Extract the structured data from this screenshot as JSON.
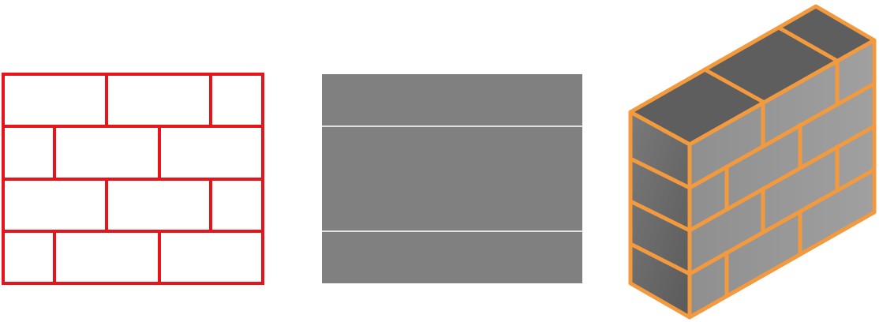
{
  "panels": [
    {
      "id": "outline-wall",
      "style": "red brick-pattern outline, 4 courses, running bond",
      "icon": "brick-wall-outline-icon",
      "stroke_color": "#e8141c",
      "fill_color": "#ffffff"
    },
    {
      "id": "flat-gray-wall",
      "style": "solid gray block with horizontal seams",
      "icon": "gray-slab-icon",
      "fill_color": "#808080",
      "seam_color": "#ffffff"
    },
    {
      "id": "isometric-wall",
      "style": "3D isometric brick wall",
      "icon": "isometric-brick-wall-icon",
      "stroke_color": "#f39a3e",
      "face_color": "#9a9a9a",
      "top_color": "#5e5e5e",
      "side_color": "#6a6a6a"
    }
  ]
}
